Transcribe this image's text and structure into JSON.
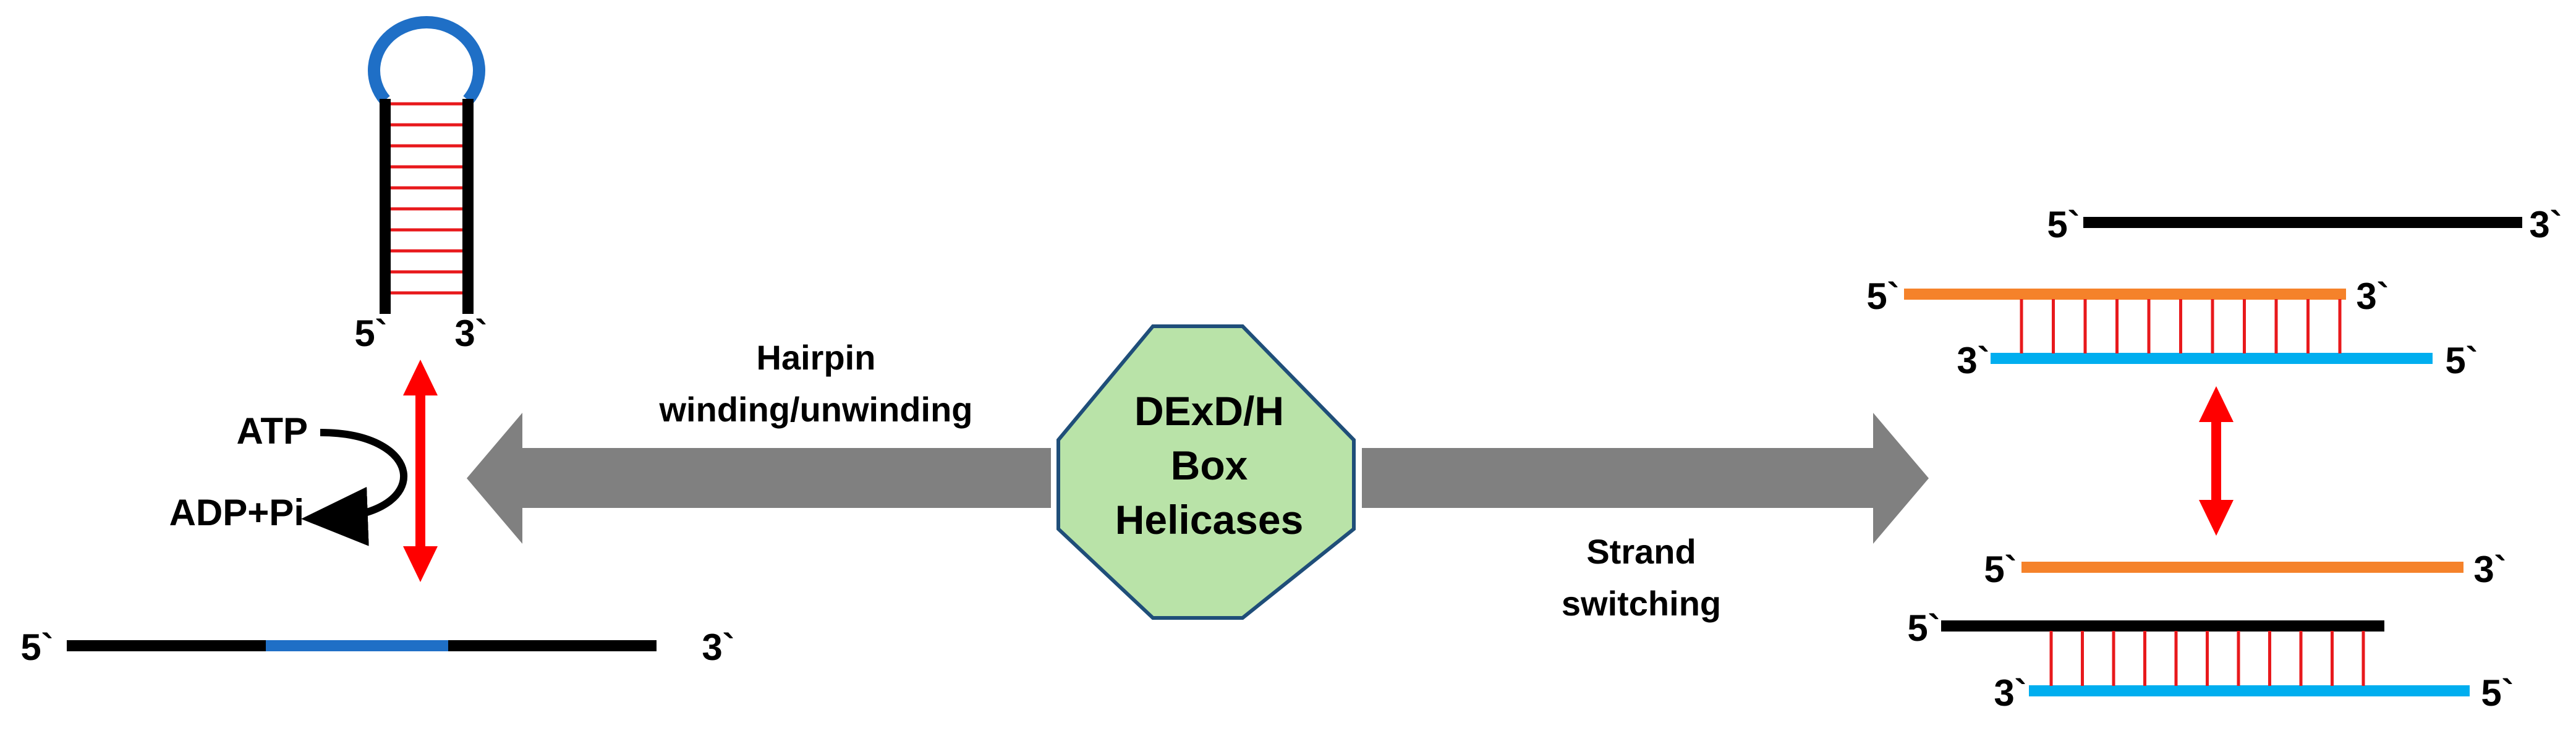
{
  "colors": {
    "strand_black": "#000000",
    "loop_blue": "#1f6fc6",
    "base_pair_red": "#e8191c",
    "arrow_red": "#ff0000",
    "orange_strand": "#f5822a",
    "cyan_strand": "#00aeef",
    "gray_arrow": "#808080",
    "octagon_fill": "#b9e3a8",
    "octagon_stroke": "#1f4e79"
  },
  "center": {
    "line1": "DExD/H",
    "line2": "Box",
    "line3": "Helicases"
  },
  "left_process": {
    "line1": "Hairpin",
    "line2": "winding/unwinding"
  },
  "right_process": {
    "line1": "Strand",
    "line2": "switching"
  },
  "hairpin": {
    "five_prime": "5`",
    "three_prime": "3`"
  },
  "atp_cycle": {
    "atp": "ATP",
    "adp": "ADP+Pi"
  },
  "linear_strand": {
    "five_prime": "5`",
    "three_prime": "3`"
  },
  "top_right": {
    "single_5": "5`",
    "single_3": "3`",
    "orange_5": "5`",
    "orange_3": "3`",
    "cyan_3": "3`",
    "cyan_5": "5`"
  },
  "bottom_right": {
    "orange_5": "5`",
    "orange_3": "3`",
    "black_5": "5`",
    "cyan_3": "3`",
    "cyan_5": "5`"
  }
}
